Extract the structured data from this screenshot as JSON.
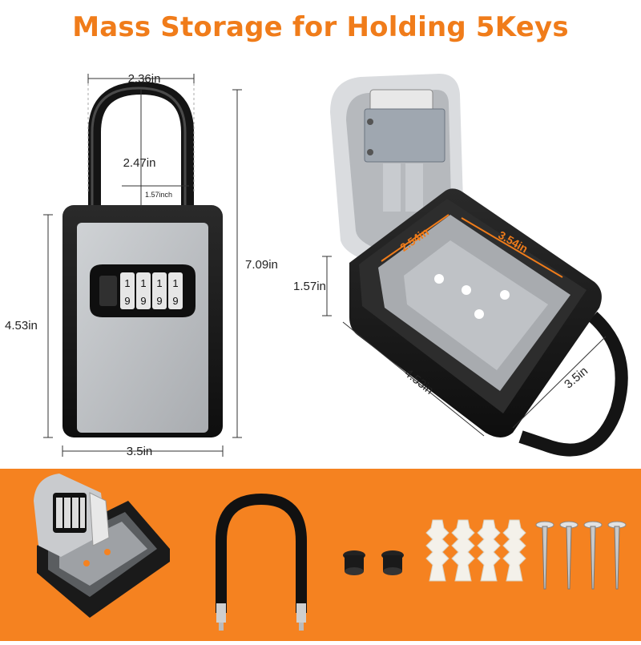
{
  "title": "Mass Storage for Holding 5Keys",
  "front_view": {
    "width_top": "2.36in",
    "shackle_height": "2.47in",
    "shackle_inner": "1.57inch",
    "total_height": "7.09in",
    "body_height": "4.53in",
    "body_width": "3.5in",
    "dial_digits": [
      "1",
      "1",
      "1",
      "1"
    ],
    "dial_digits_bottom": [
      "9",
      "9",
      "9",
      "9"
    ]
  },
  "open_view": {
    "inner_width": "2.54in",
    "inner_length": "3.54in",
    "depth": "1.57in",
    "length": "4.53in",
    "width": "3.5in"
  },
  "colors": {
    "accent": "#f07c1a",
    "band": "#f58220",
    "body_black": "#1c1c1c",
    "panel_gray": "#b9bcc0"
  }
}
